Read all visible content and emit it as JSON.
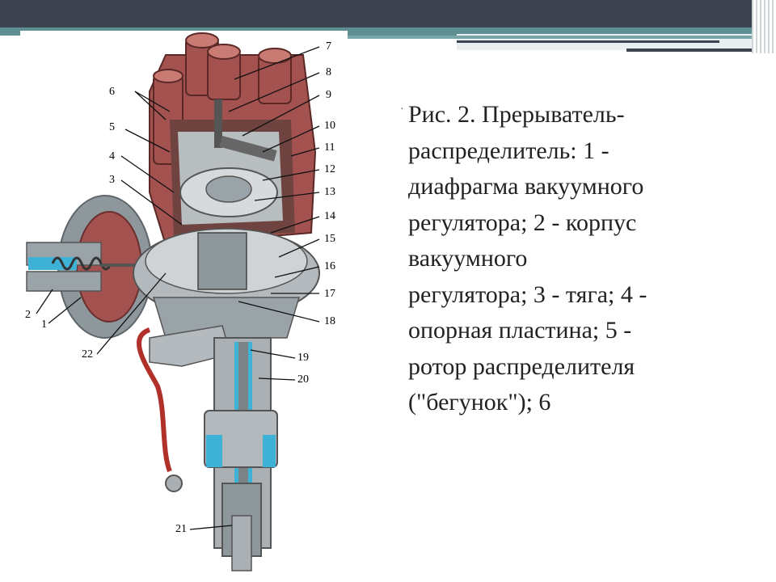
{
  "slide": {
    "bullet_glyph": "·",
    "caption_text": "Рис. 2. Прерыватель-распределитель: 1 - диафрагма вакуумного регулятора; 2 - корпус вакуумного регулятора; 3 - тяга; 4 - опорная пластина; 5 - ротор распределителя (\"бегунок\"); 6"
  },
  "figure": {
    "labels": [
      "1",
      "2",
      "3",
      "4",
      "5",
      "6",
      "7",
      "8",
      "9",
      "10",
      "11",
      "12",
      "13",
      "14",
      "15",
      "16",
      "17",
      "18",
      "19",
      "20",
      "21",
      "22"
    ]
  },
  "colors": {
    "header": "#3d4450",
    "accent_teal": "#5f8f92",
    "cap_red": "#a3524f",
    "body_gray": "#9aa3a8",
    "shaft_cyan": "#3db2d6",
    "wire_red": "#b0302a"
  }
}
